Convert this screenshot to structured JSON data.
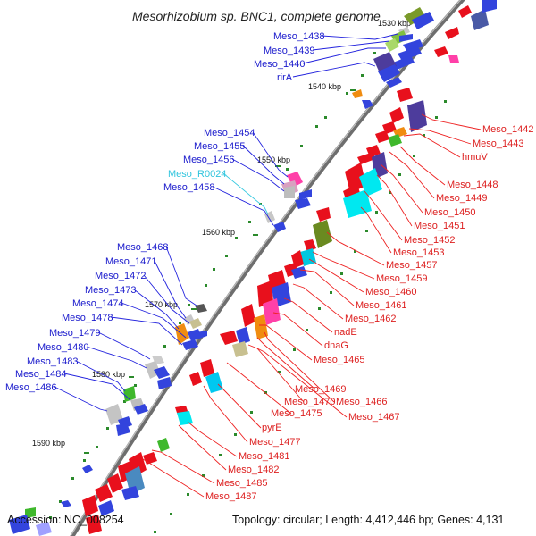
{
  "title": "Mesorhizobium sp. BNC1, complete genome",
  "footer": {
    "accession": "Accession: NC_008254",
    "topology": "Topology: circular; Length: 4,412,446 bp; Genes: 4,131"
  },
  "scale_labels": [
    "1530 kbp",
    "1540 kbp",
    "1550 kbp",
    "1560 kbp",
    "1570 kbp",
    "1580 kbp",
    "1590 kbp"
  ],
  "left_genes": [
    "Meso_1438",
    "Meso_1439",
    "Meso_1440",
    "rirA",
    "Meso_1454",
    "Meso_1455",
    "Meso_1456",
    "Meso_R0024",
    "Meso_1458",
    "Meso_1468",
    "Meso_1471",
    "Meso_1472",
    "Meso_1473",
    "Meso_1474",
    "Meso_1478",
    "Meso_1479",
    "Meso_1480",
    "Meso_1483",
    "Meso_1484",
    "Meso_1486"
  ],
  "right_genes": [
    "Meso_1442",
    "Meso_1443",
    "hmuV",
    "Meso_1448",
    "Meso_1449",
    "Meso_1450",
    "Meso_1451",
    "Meso_1452",
    "Meso_1453",
    "Meso_1457",
    "Meso_1459",
    "Meso_1460",
    "Meso_1461",
    "Meso_1462",
    "nadE",
    "dnaG",
    "Meso_1465",
    "Meso_1469",
    "Meso_1470",
    "Meso_1466",
    "Meso_1467",
    "Meso_1475",
    "pyrE",
    "Meso_1477",
    "Meso_1481",
    "Meso_1482",
    "Meso_1485",
    "Meso_1487"
  ],
  "colors": {
    "backbone": "#6e6e6e",
    "forward_gene": "#e8101c",
    "reverse_gene": "#1c1cdc",
    "rna_label": "#2fc4dd",
    "tick": "#2b8a2b"
  }
}
